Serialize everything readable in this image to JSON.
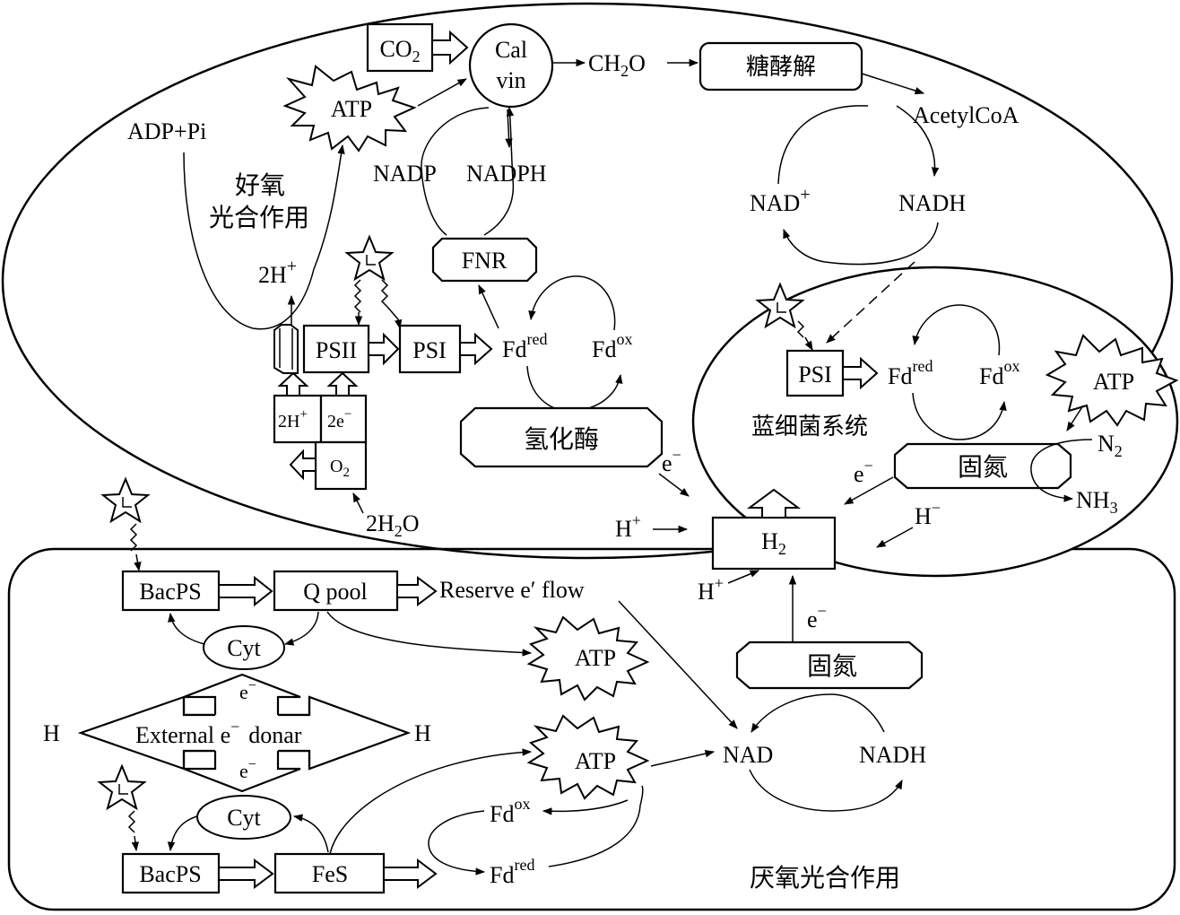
{
  "aerobic": {
    "co2": "CO",
    "co2_sub": "2",
    "calvin_line1": "Cal",
    "calvin_line2": "vin",
    "ch2o_a": "CH",
    "ch2o_sub": "2",
    "ch2o_b": "O",
    "glycolysis": "糖酵解",
    "acetylcoa": "AcetylCoA",
    "nad_plus": "NAD",
    "nad_plus_sup": "+",
    "nadh": "NADH",
    "atp": "ATP",
    "adp_pi": "ADP+Pi",
    "process_line1": "好氧",
    "process_line2": "光合作用",
    "nadp": "NADP",
    "nadph": "NADPH",
    "fnr": "FNR",
    "two_h_plus": "2H",
    "two_h_plus_sup": "+",
    "psii": "PSII",
    "psi": "PSI",
    "fd_red": "Fd",
    "fd_red_sup": "red",
    "fd_ox": "Fd",
    "fd_ox_sup": "ox",
    "hydrogenase": "氢化酶",
    "box_2h": "2H",
    "box_2h_sup": "+",
    "box_2e": "2e",
    "box_2e_sup": "−",
    "box_o2": "O",
    "box_o2_sub": "2",
    "h2o": "2H",
    "h2o_sub": "2",
    "h2o_b": "O"
  },
  "cyano": {
    "psi": "PSI",
    "fd_red": "Fd",
    "fd_red_sup": "red",
    "fd_ox": "Fd",
    "fd_ox_sup": "ox",
    "atp": "ATP",
    "system_label": "蓝细菌系统",
    "n2": "N",
    "n2_sub": "2",
    "nitrogen_fixation": "固氮",
    "nh3": "NH",
    "nh3_sub": "3",
    "e_minus": "e",
    "e_minus_sup": "−",
    "h_minus": "H",
    "h_minus_sup": "−"
  },
  "center": {
    "e_minus": "e",
    "e_minus_sup": "−",
    "h_plus": "H",
    "h_plus_sup": "+",
    "h2": "H",
    "h2_sub": "2",
    "h_plus_lower": "H",
    "h_plus_lower_sup": "+"
  },
  "anaerobic": {
    "bacps_top": "BacPS",
    "q_pool": "Q pool",
    "reserve_flow": "Reserve e′ flow",
    "cyt_top": "Cyt",
    "atp_top": "ATP",
    "e_top": "e",
    "e_top_sup": "−",
    "h_left": "H",
    "external_donor": "External e",
    "external_donor_sup": "−",
    "external_donor_b": "donar",
    "h_right": "H",
    "e_bottom": "e",
    "e_bottom_sup": "−",
    "cyt_bottom": "Cyt",
    "atp_bottom": "ATP",
    "fd_ox": "Fd",
    "fd_ox_sup": "ox",
    "fd_red": "Fd",
    "fd_red_sup": "red",
    "bacps_bottom": "BacPS",
    "fes": "FeS",
    "nitrogen_fixation": "固氮",
    "e_fix": "e",
    "e_fix_sup": "−",
    "nad": "NAD",
    "nadh": "NADH",
    "process_label": "厌氧光合作用"
  }
}
